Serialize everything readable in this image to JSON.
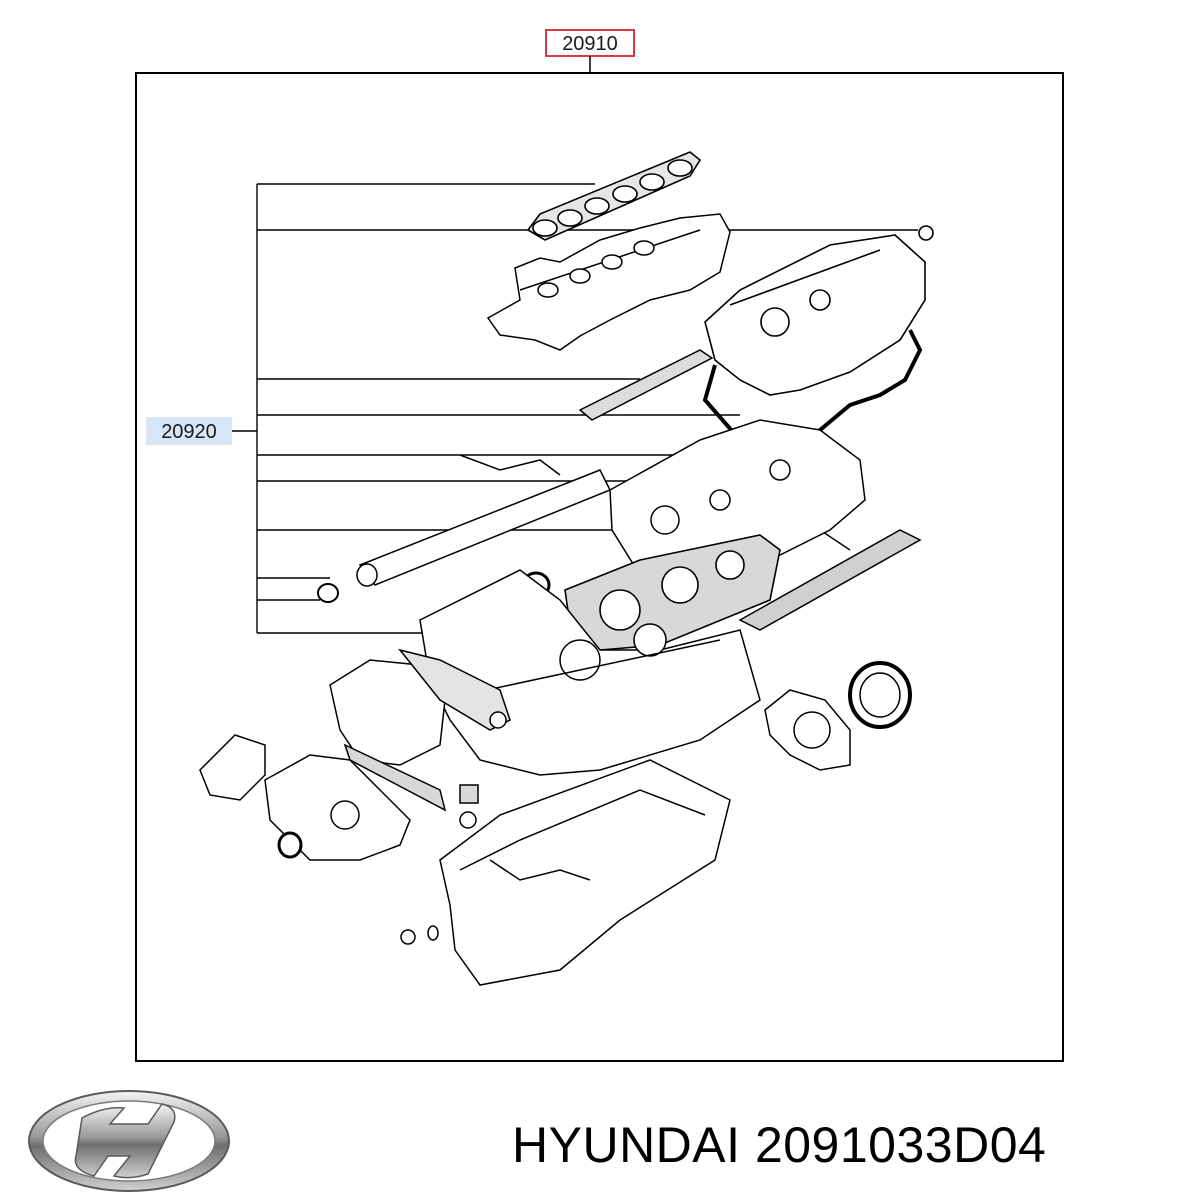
{
  "diagram": {
    "assembly_callout": "20910",
    "gasket_set_callout": "20920",
    "colors": {
      "assembly_callout_border": "#d8383f",
      "gasket_set_callout_bg": "#d6e6f4",
      "line": "#000000"
    }
  },
  "footer": {
    "brand": "HYUNDAI",
    "part_number": "2091033D04",
    "logo_icon": "hyundai-logo-icon"
  }
}
